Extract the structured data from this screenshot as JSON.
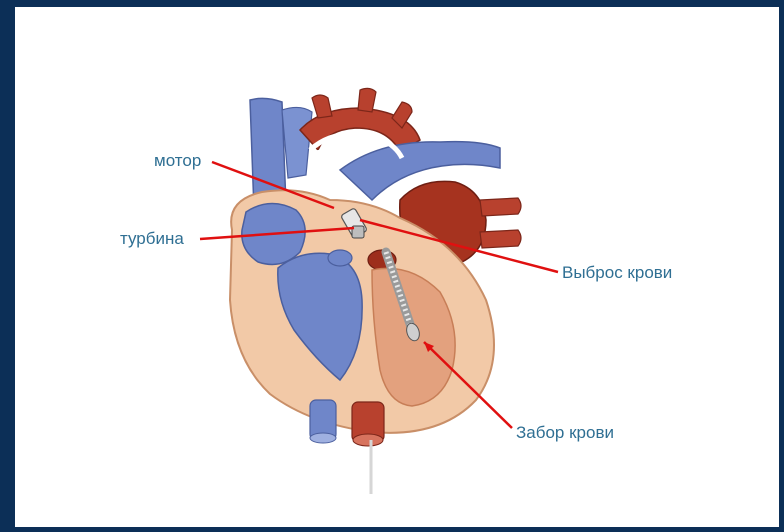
{
  "labels": {
    "motor": "мотор",
    "turbine": "турбина",
    "blood_outflow": "Выброс крови",
    "blood_inflow": "Забор крови"
  },
  "colors": {
    "background_frame": "#0c2f57",
    "panel": "#ffffff",
    "vein_blue": "#6f86c9",
    "artery_red": "#b8412e",
    "tissue_tan": "#f2c9a7",
    "pointer_red": "#e01010",
    "label_text": "#2f6f93"
  }
}
